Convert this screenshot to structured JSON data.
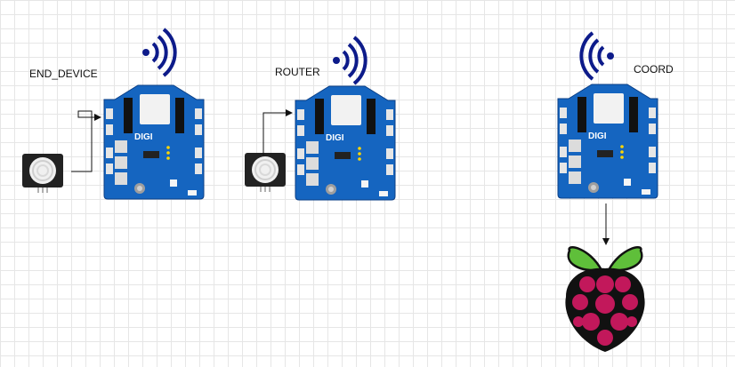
{
  "labels": {
    "end_device": "END_DEVICE",
    "router": "ROUTER",
    "coord": "COORD"
  },
  "board": {
    "logo": "DIGI"
  },
  "icons": {
    "wifi": "wifi-icon",
    "sensor": "pir-sensor-icon",
    "pi": "raspberry-pi-icon"
  },
  "colors": {
    "board_blue": "#1565c0",
    "wifi_navy": "#0d1b8a",
    "grid": "#e6e6e6",
    "pi_red": "#c2185b",
    "pi_leaf": "#5fbf3a"
  }
}
